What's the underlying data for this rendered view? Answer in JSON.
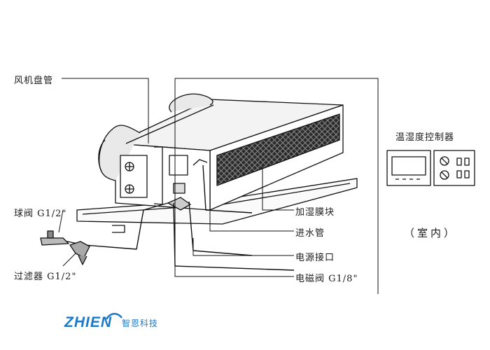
{
  "labels": {
    "fan_coil": "风机盘管",
    "ball_valve": "球阀 G1/2\"",
    "filter": "过滤器 G1/2\"",
    "humidifier_module": "加湿膜块",
    "water_inlet": "进水管",
    "power_port": "电源接口",
    "solenoid_valve": "电磁阀 G1/8\"",
    "controller": "温湿度控制器",
    "indoor": "（室内）"
  },
  "logo": {
    "text": "ZHIEN",
    "cn": "智恩科技",
    "color": "#1e78c8"
  }
}
